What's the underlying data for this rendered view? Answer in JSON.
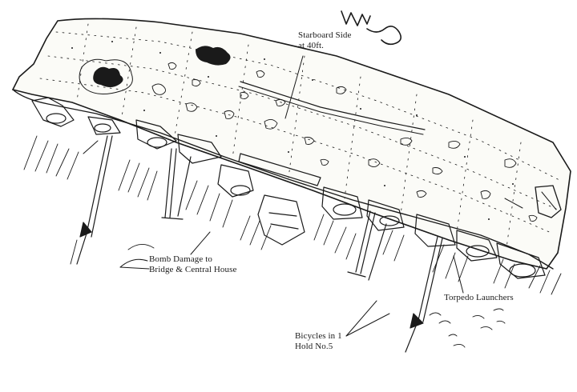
{
  "labels": {
    "starboard_side": [
      "Starboard Side",
      "at 40ft."
    ],
    "bomb_damage": [
      "Bomb Damage to",
      "Bridge & Central House"
    ],
    "torpedo_launchers": [
      "Torpedo Launchers"
    ],
    "bicycles": [
      "Bicycles in 1",
      "Hold No.5"
    ]
  },
  "colors": {
    "ink": "#1a1a1a",
    "paper": "#ffffff",
    "hull_fill": "#fbfbf7"
  }
}
